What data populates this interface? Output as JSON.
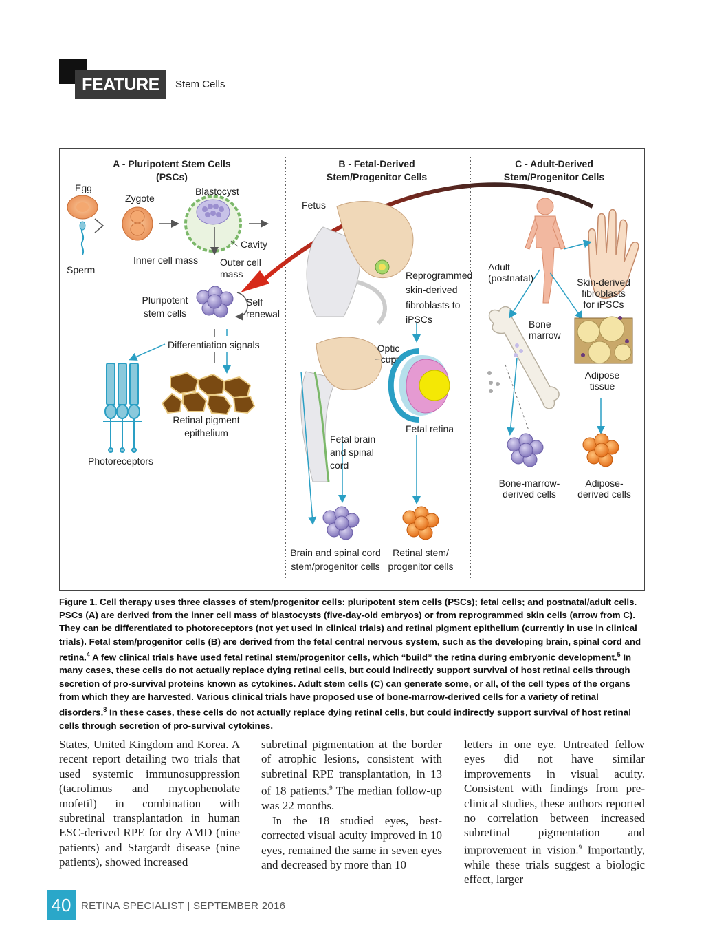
{
  "header": {
    "feature_tag": "FEATURE",
    "section": "Stem Cells"
  },
  "figure": {
    "panel_a_title": "A - Pluripotent Stem Cells",
    "panel_a_subtitle": "(PSCs)",
    "panel_b_title": "B - Fetal-Derived",
    "panel_b_subtitle": "Stem/Progenitor Cells",
    "panel_c_title": "C - Adult-Derived",
    "panel_c_subtitle": "Stem/Progenitor Cells",
    "labels": {
      "egg": "Egg",
      "zygote": "Zygote",
      "blastocyst": "Blastocyst",
      "sperm": "Sperm",
      "cavity": "Cavity",
      "inner_cell_mass": "Inner cell mass",
      "outer_cell_mass_1": "Outer cell",
      "outer_cell_mass_2": "mass",
      "pluripotent_1": "Pluripotent",
      "pluripotent_2": "stem cells",
      "self_renewal_1": "Self",
      "self_renewal_2": "renewal",
      "differentiation": "Differentiation signals",
      "rpe_1": "Retinal pigment",
      "rpe_2": "epithelium",
      "photoreceptors": "Photoreceptors",
      "fetus": "Fetus",
      "reprogrammed_1": "Reprogrammed",
      "reprogrammed_2": "skin-derived",
      "reprogrammed_3": "fibroblasts to",
      "reprogrammed_4": "iPSCs",
      "optic_1": "Optic",
      "optic_2": "cup",
      "fetal_retina": "Fetal retina",
      "fetal_brain_1": "Fetal brain",
      "fetal_brain_2": "and spinal",
      "fetal_brain_3": "cord",
      "brain_cells_1": "Brain and spinal cord",
      "brain_cells_2": "stem/progenitor cells",
      "retinal_cells_1": "Retinal stem/",
      "retinal_cells_2": "progenitor cells",
      "adult_1": "Adult",
      "adult_2": "(postnatal)",
      "skin_1": "Skin-derived",
      "skin_2": "fibroblasts",
      "skin_3": "for iPSCs",
      "bone_marrow_1": "Bone",
      "bone_marrow_2": "marrow",
      "adipose_1": "Adipose",
      "adipose_2": "tissue",
      "bm_cells_1": "Bone-marrow-",
      "bm_cells_2": "derived cells",
      "ad_cells_1": "Adipose-",
      "ad_cells_2": "derived cells"
    },
    "colors": {
      "arrow": "#2a9fc4",
      "big_arrow": "#cc2a1e",
      "cell_purple": "#9b8fcf",
      "cell_orange": "#ee7a22",
      "rpe": "#7a4a12"
    }
  },
  "caption": {
    "p1": "Figure 1. Cell therapy uses three classes of stem/progenitor cells: pluripotent stem cells (PSCs); fetal cells; and postnatal/adult cells. PSCs (A) are derived from the inner cell mass of blastocysts (five-day-old embryos) or from reprogrammed skin cells (arrow from C). They can be differentiated to photoreceptors (not yet used in clinical trials) and retinal pigment epithelium (currently in use in clinical trials). Fetal stem/progenitor cells (B) are derived from the fetal central nervous system, such as the developing brain, spinal cord and retina.",
    "ref4": "4",
    "p2": " A few clinical trials have used fetal retinal stem/progenitor cells, which “build” the retina during embryonic development.",
    "ref5": "5",
    "p3": " In many cases, these cells do not actually replace dying retinal cells, but could indirectly support survival of host retinal cells through secretion of pro-survival proteins known as cytokines. Adult stem cells (C) can generate some, or all, of the cell types of the organs from which they are harvested. Various clinical trials have proposed use of bone-marrow-derived cells for a variety of retinal disorders.",
    "ref8": "8",
    "p4": " In these cases, these cells do not actually replace dying retinal cells, but could indirectly support survival of host retinal cells through secretion of pro-survival cytokines."
  },
  "body": {
    "col1": "States, United Kingdom and Korea. A recent report detailing two trials that used systemic immunosuppression (tacrolimus and mycophenolate mofetil) in combination with subretinal transplantation in human ESC-derived RPE for dry AMD (nine patients) and Stargardt disease (nine patients), showed increased",
    "col2a": "subretinal pigmentation at the border of atrophic lesions, consistent with subretinal RPE transplantation, in 13 of 18 patients.",
    "col2_ref": "9",
    "col2b": " The median follow-up was 22 months.",
    "col2c": "In the 18 studied eyes, best-corrected visual acuity improved in 10 eyes, remained the same in seven eyes and decreased by more than 10",
    "col3a": "letters in one eye. Untreated fellow eyes did not have similar improvements in visual acuity. Consistent with findings from pre-clinical studies, these authors reported no correlation between increased subretinal pigmentation and improvement in vision.",
    "col3_ref": "9",
    "col3b": " Importantly, while these trials suggest a biologic effect, larger"
  },
  "footer": {
    "page_number": "40",
    "publication": "RETINA SPECIALIST | SEPTEMBER 2016"
  }
}
